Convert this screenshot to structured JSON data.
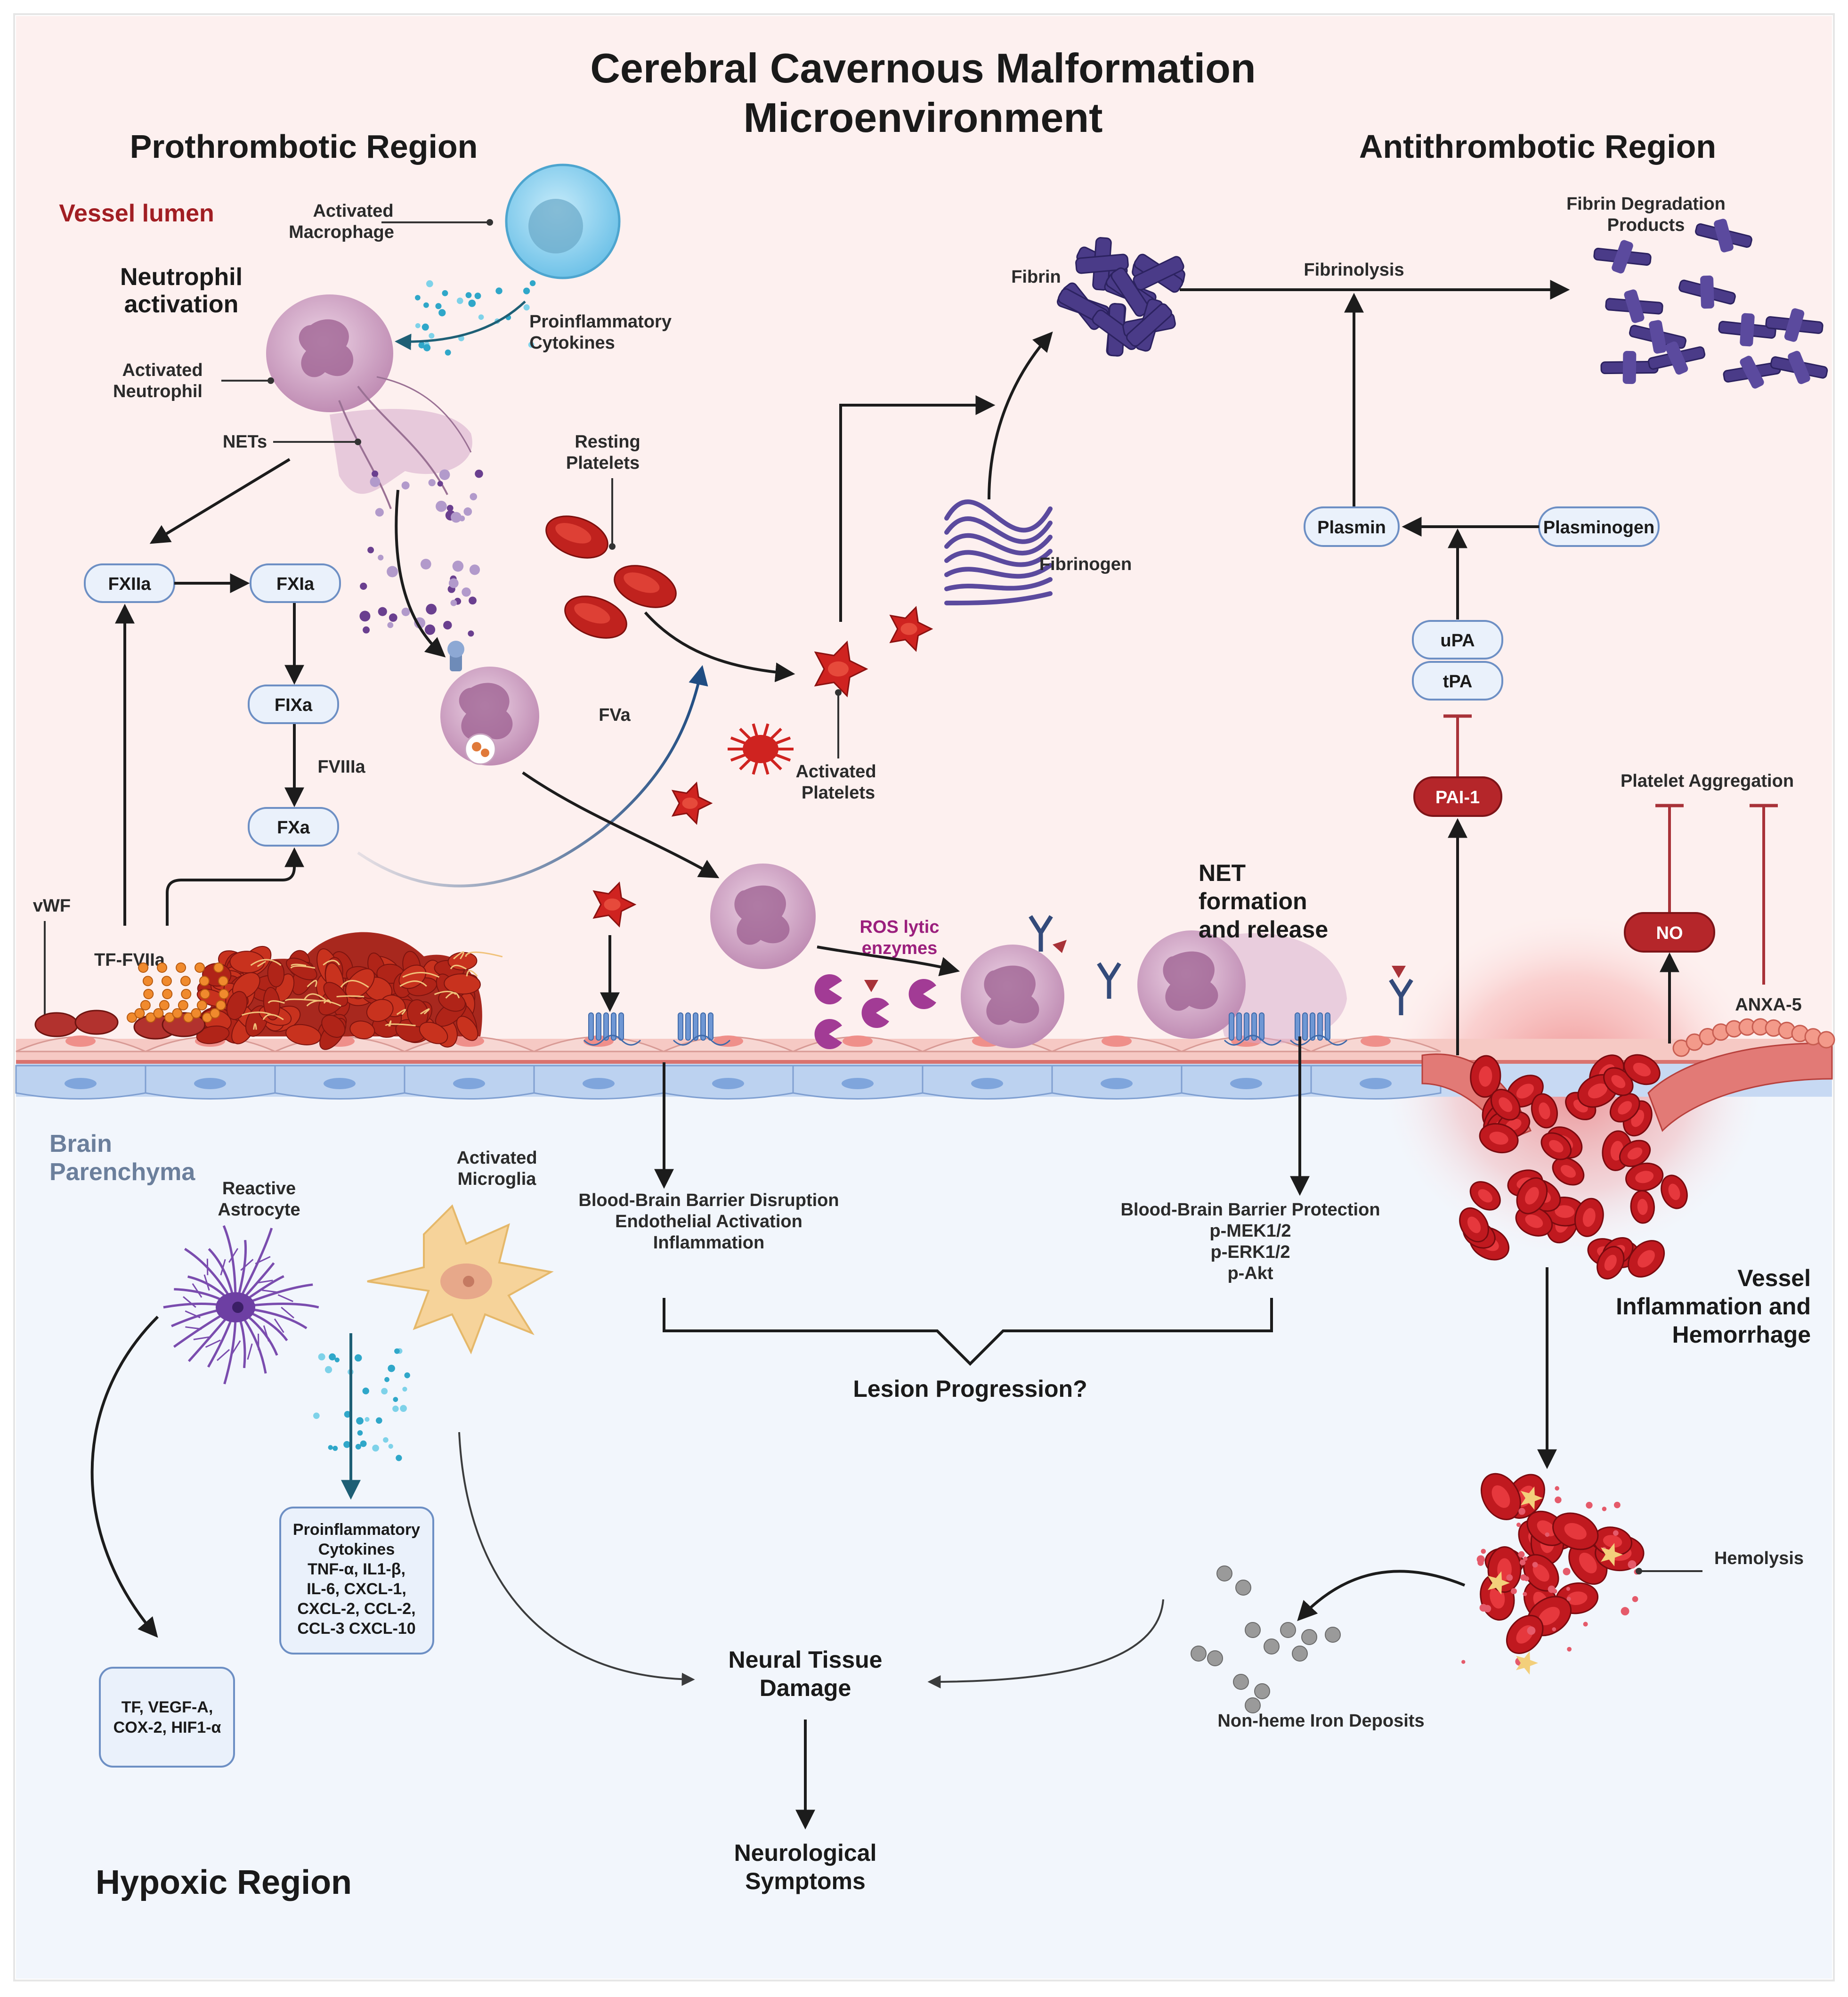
{
  "title": {
    "line1": "Cerebral Cavernous Malformation",
    "line2": "Microenvironment"
  },
  "regions": {
    "prothrombotic": "Prothrombotic Region",
    "antithrombotic": "Antithrombotic Region",
    "hypoxic": "Hypoxic Region",
    "vessel_lumen": "Vessel lumen",
    "brain_parenchyma_1": "Brain",
    "brain_parenchyma_2": "Parenchyma"
  },
  "labels": {
    "activated_macrophage_1": "Activated",
    "activated_macrophage_2": "Macrophage",
    "neutrophil_activation_1": "Neutrophil",
    "neutrophil_activation_2": "activation",
    "activated_neutrophil_1": "Activated",
    "activated_neutrophil_2": "Neutrophil",
    "proinflammatory_cytokines_1": "Proinflammatory",
    "proinflammatory_cytokines_2": "Cytokines",
    "nets": "NETs",
    "resting_platelets_1": "Resting",
    "resting_platelets_2": "Platelets",
    "fibrin": "Fibrin",
    "fibrinolysis": "Fibrinolysis",
    "fibrin_degradation_1": "Fibrin Degradation",
    "fibrin_degradation_2": "Products",
    "fibrinogen": "Fibrinogen",
    "fva": "FVa",
    "fviiia": "FVIIIa",
    "activated_platelets_1": "Activated",
    "activated_platelets_2": "Platelets",
    "vwf": "vWF",
    "tf_fviia": "TF-FVIIa",
    "ros_1": "ROS lytic",
    "ros_2": "enzymes",
    "net_formation_1": "NET",
    "net_formation_2": "formation",
    "net_formation_3": "and release",
    "platelet_aggregation": "Platelet Aggregation",
    "anxa5": "ANXA-5",
    "bbb_disruption_1": "Blood-Brain Barrier Disruption",
    "bbb_disruption_2": "Endothelial Activation",
    "bbb_disruption_3": "Inflammation",
    "bbb_protection_1": "Blood-Brain Barrier Protection",
    "bbb_protection_2": "p-MEK1/2",
    "bbb_protection_3": "p-ERK1/2",
    "bbb_protection_4": "p-Akt",
    "lesion_progression": "Lesion Progression?",
    "reactive_astrocyte_1": "Reactive",
    "reactive_astrocyte_2": "Astrocyte",
    "activated_microglia_1": "Activated",
    "activated_microglia_2": "Microglia",
    "vessel_inflammation_1": "Vessel",
    "vessel_inflammation_2": "Inflammation and",
    "vessel_inflammation_3": "Hemorrhage",
    "hemolysis": "Hemolysis",
    "iron_deposits": "Non-heme Iron Deposits",
    "neural_damage_1": "Neural Tissue",
    "neural_damage_2": "Damage",
    "neuro_symptoms_1": "Neurological",
    "neuro_symptoms_2": "Symptoms"
  },
  "nodes": {
    "fxiia": "FXIIa",
    "fxia": "FXIa",
    "fixa": "FIXa",
    "fxa": "FXa",
    "plasmin": "Plasmin",
    "plasminogen": "Plasminogen",
    "upa": "uPA",
    "tpa": "tPA",
    "pai1": "PAI-1",
    "no": "NO"
  },
  "boxes": {
    "cytokine_list": [
      "Proinflammatory",
      "Cytokines",
      "TNF-α, IL1-β,",
      "IL-6, CXCL-1,",
      "CXCL-2, CCL-2,",
      "CCL-3 CXCL-10"
    ],
    "hypoxia_list": [
      "TF, VEGF-A,",
      "COX-2, HIF1-α"
    ]
  },
  "colors": {
    "lumen_bg": "#fdf0ef",
    "parenchyma_bg": "#f2f6fc",
    "node_fill": "#eaf1fb",
    "node_stroke": "#6d8fc4",
    "inhibitor_fill": "#b5262a",
    "inhibitor_line": "#a83238",
    "platelet": "#cf2320",
    "rbc": "#c0191f",
    "neutrophil": "#c895ba",
    "fibrin": "#4a3b88",
    "macrophage": "#8ed0ee",
    "astrocyte": "#7a4cae",
    "microglia": "#f6d39a",
    "lumen_text": "#a11e23",
    "parenchyma_text": "#6b7f9c",
    "ros_text": "#9b1f7d"
  }
}
